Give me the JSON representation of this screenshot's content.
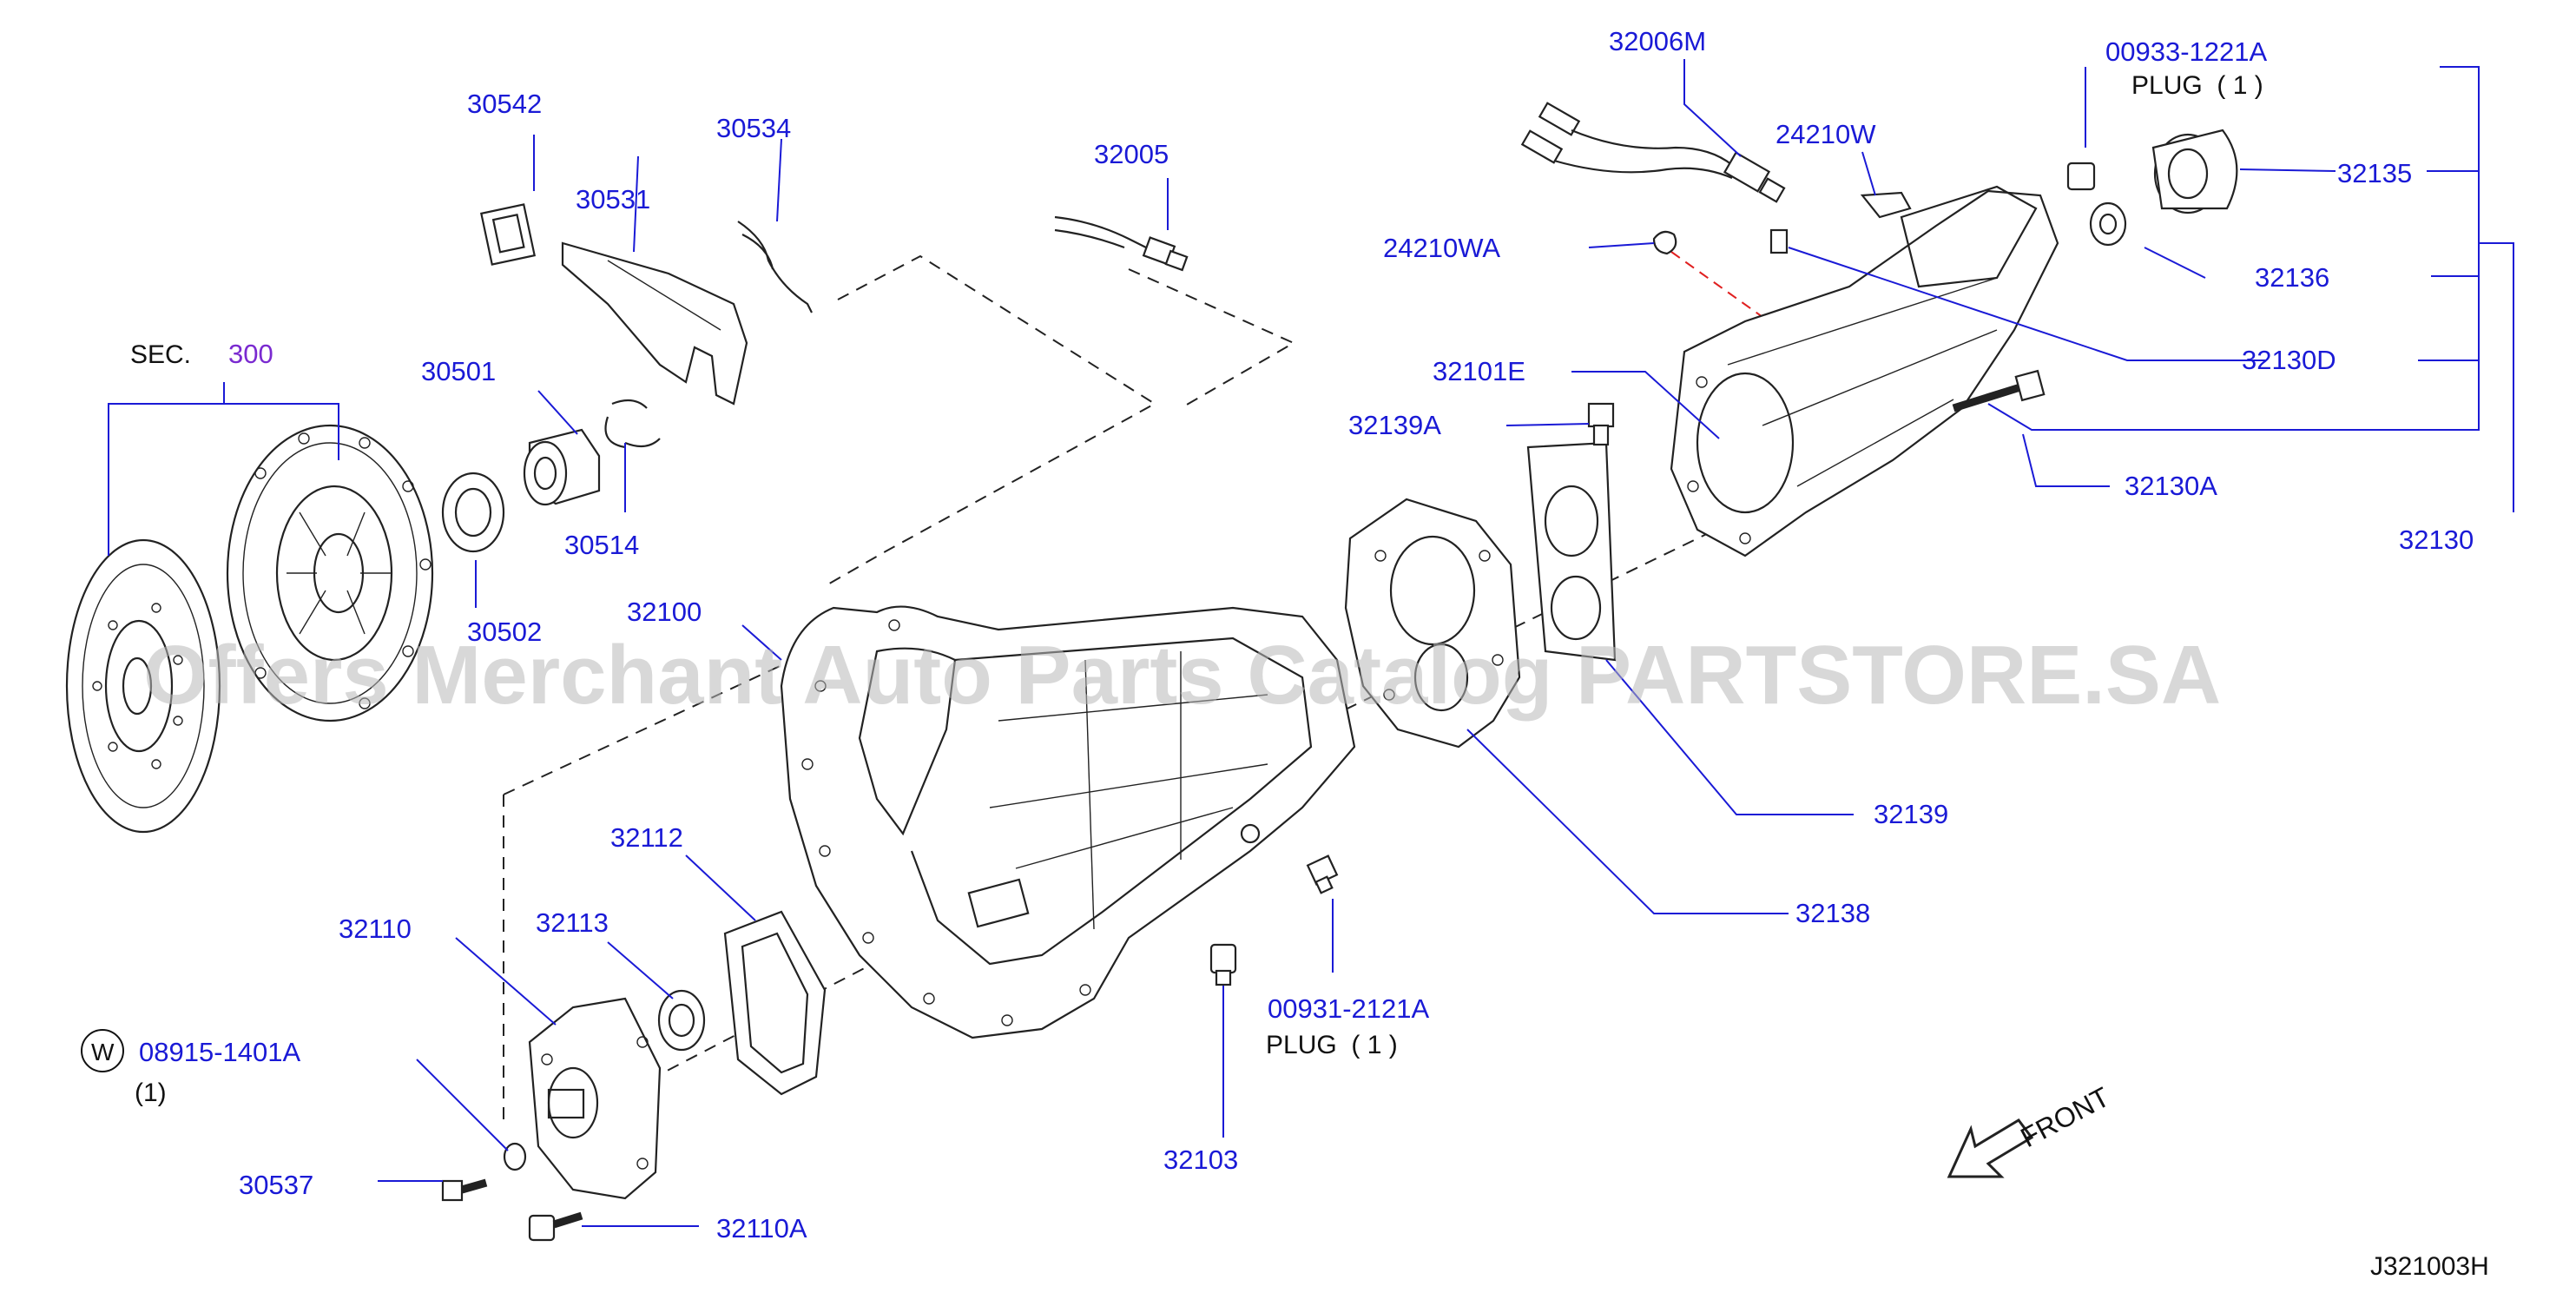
{
  "diagram": {
    "watermark": "Offers Merchant Auto Parts Catalog PARTSTORE.SA",
    "diagram_id": "J321003H",
    "front_label": "FRONT",
    "section_ref": {
      "prefix": "SEC.",
      "number": "300"
    },
    "washer_symbol": "W",
    "part_labels": {
      "p30542": "30542",
      "p30534": "30534",
      "p30531": "30531",
      "p32005": "32005",
      "p32006M": "32006M",
      "p00933": "00933-1221A",
      "p00933_note": "PLUG  ( 1 )",
      "p24210W": "24210W",
      "p32135": "32135",
      "p24210WA": "24210WA",
      "p32136": "32136",
      "p32130D": "32130D",
      "p32101E": "32101E",
      "p32139A": "32139A",
      "p32130A": "32130A",
      "p32130": "32130",
      "p30501": "30501",
      "p30514": "30514",
      "p30502": "30502",
      "p32100": "32100",
      "p32139": "32139",
      "p32138": "32138",
      "p32112": "32112",
      "p32113": "32113",
      "p32110": "32110",
      "p08915": "08915-1401A",
      "p08915_qty": "(1)",
      "p00931": "00931-2121A",
      "p00931_note": "PLUG  ( 1 )",
      "p32103": "32103",
      "p30537": "30537",
      "p32110A": "32110A"
    }
  }
}
